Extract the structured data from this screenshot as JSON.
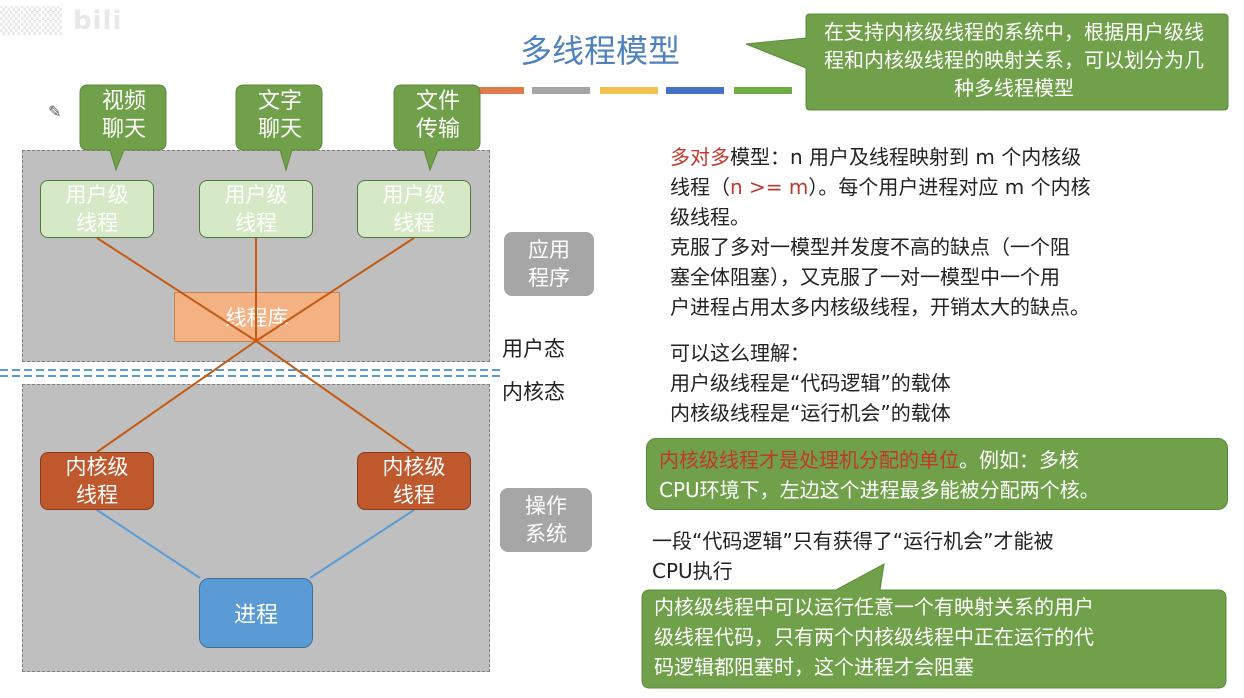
{
  "title": "多线程模型",
  "callout": "在支持内核级线程的系统中，根据用户级线程和内核级线程的映射关系，可以划分为几种多线程模型",
  "colors": {
    "title": "#4f81bd",
    "bars": [
      "#c55a11",
      "#e07b4a",
      "#a5a5a5",
      "#f2c14e",
      "#4472c4",
      "#70ad47"
    ],
    "green": "#70a04a",
    "kernel": "#c0582e",
    "process": "#5b9bd5",
    "lib": "#f4b183"
  },
  "diagram": {
    "apps": [
      {
        "line1": "视频",
        "line2": "聊天"
      },
      {
        "line1": "文字",
        "line2": "聊天"
      },
      {
        "line1": "文件",
        "line2": "传输"
      }
    ],
    "user_threads": [
      {
        "line1": "用户级",
        "line2": "线程"
      },
      {
        "line1": "用户级",
        "line2": "线程"
      },
      {
        "line1": "用户级",
        "line2": "线程"
      }
    ],
    "library": "线程库",
    "app_label": {
      "line1": "应用",
      "line2": "程序"
    },
    "user_mode": "用户态",
    "kernel_mode": "内核态",
    "kernel_threads": [
      {
        "line1": "内核级",
        "line2": "线程"
      },
      {
        "line1": "内核级",
        "line2": "线程"
      }
    ],
    "os_label": {
      "line1": "操作",
      "line2": "系统"
    },
    "process": "进程"
  },
  "text": {
    "p1_red": "多对多",
    "p1_a": "模型：n 用户及线程映射到 m 个内核级",
    "p1_b1": "线程（",
    "p1_b_red": "n >= m",
    "p1_b2": "）。每个用户进程对应 m 个内核",
    "p1_c": "级线程。",
    "p2_a": "克服了多对一模型并发度不高的缺点（一个阻",
    "p2_b": "塞全体阻塞），又克服了一对一模型中一个用",
    "p2_c": "户进程占用太多内核级线程，开销太大的缺点。",
    "p3_a": "可以这么理解：",
    "p3_b": "用户级线程是“代码逻辑”的载体",
    "p3_c": "内核级线程是“运行机会”的载体",
    "box1_red": "内核级线程才是处理机分配的单位",
    "box1_a": "。例如：多核",
    "box1_b": "CPU环境下，左边这个进程最多能被分配两个核。",
    "p4_a": "一段“代码逻辑”只有获得了“运行机会”才能被",
    "p4_b": "CPU执行",
    "box2_a": "内核级线程中可以运行任意一个有映射关系的用户",
    "box2_b": "级线程代码，只有两个内核级线程中正在运行的代",
    "box2_c": "码逻辑都阻塞时，这个进程才会阻塞"
  }
}
